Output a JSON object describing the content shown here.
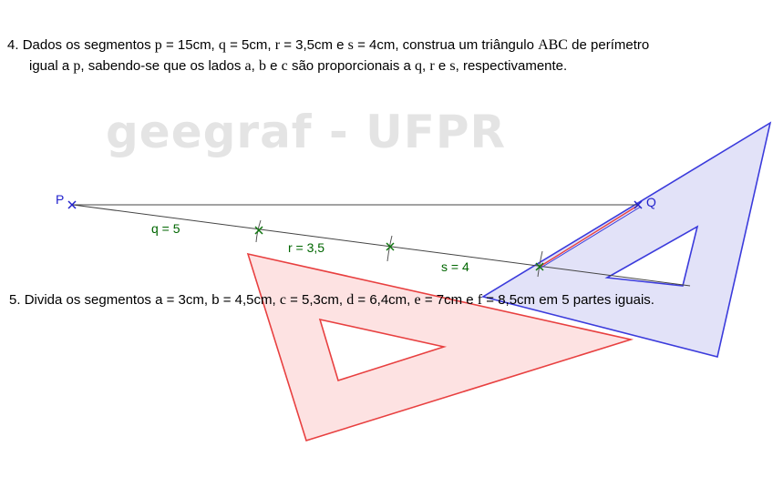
{
  "question4": {
    "number": "4.",
    "t1": "Dados os segmentos",
    "m_p": "p",
    "t2": "= 15cm,",
    "m_q": "q",
    "t3": "= 5cm,",
    "m_r": "r",
    "t4": "= 3,5cm e",
    "m_s": "s",
    "t5": "= 4cm, construa um triângulo",
    "m_abc": "ABC",
    "t6": "de perímetro",
    "t7": "igual a",
    "m_p2": "p",
    "t8": ", sabendo-se que os lados",
    "m_a": "a",
    "t9": ",",
    "m_b": "b",
    "t10": "e",
    "m_c": "c",
    "t11": "são proporcionais a",
    "m_q2": "q",
    "t12": ",",
    "m_r2": "r",
    "t13": "e",
    "m_s2": "s",
    "t14": ", respectivamente."
  },
  "question5": {
    "number": "5.",
    "t1": "Divida os segmentos a = 3cm, b = 4,5cm,",
    "m_c": "c",
    "t2": "= 5,3cm,",
    "m_d": "d",
    "t3": "= 6,4cm,",
    "m_e": "e",
    "t4": "= 7cm e",
    "m_f": "f",
    "t5": "= 8,5cm em 5 partes iguais."
  },
  "watermark": "geegraf - UFPR",
  "diagram": {
    "point_p": "P",
    "point_q": "Q",
    "seg_q": "q = 5",
    "seg_r": "r = 3,5",
    "seg_s": "s = 4"
  },
  "colors": {
    "blue_square": "#3b3bdc",
    "blue_fill": "#e2e2f8",
    "red_square": "#e84040",
    "red_fill": "#fde2e2",
    "label_green": "#006600"
  }
}
